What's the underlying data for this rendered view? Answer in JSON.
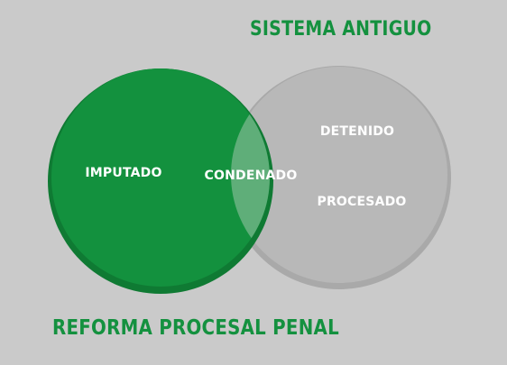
{
  "sets": {
    "top_title": "SISTEMA ANTIGUO",
    "bottom_title": "REFORMA PROCESAL PENAL"
  },
  "regions": {
    "left_only": "IMPUTADO",
    "intersection": "CONDENADO",
    "right_only_1": "DETENIDO",
    "right_only_2": "PROCESADO"
  },
  "colors": {
    "background": "#cacaca",
    "green": "#13913e",
    "gray": "#b8b8b8",
    "overlap": "#5fae79",
    "title_green": "#14913f",
    "label_text": "#ffffff"
  }
}
